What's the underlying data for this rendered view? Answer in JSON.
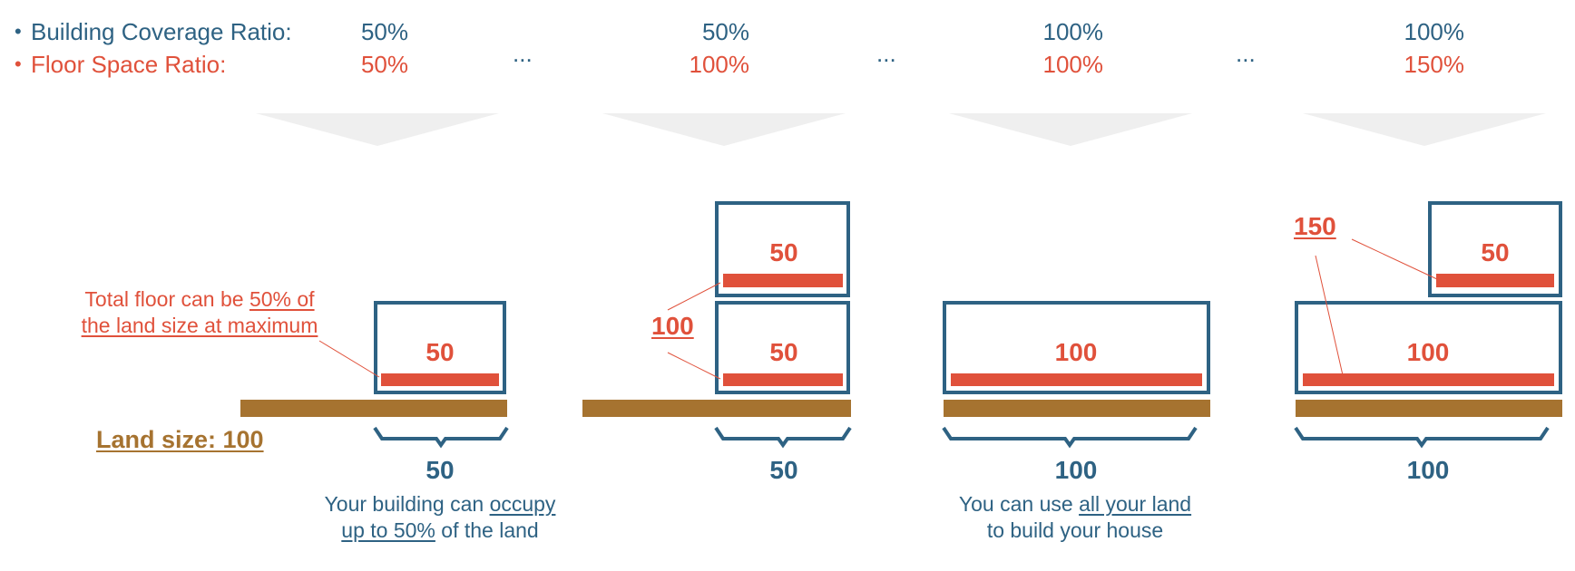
{
  "legend": {
    "bcr_label": "Building Coverage Ratio:",
    "fsr_label": "Floor Space Ratio:",
    "bullet": "•"
  },
  "scenarios": [
    {
      "bcr": "50%",
      "fsr": "50%",
      "floors": [
        "50"
      ],
      "width": "50"
    },
    {
      "bcr": "50%",
      "fsr": "100%",
      "floors": [
        "50",
        "50"
      ],
      "width": "50",
      "total": "100"
    },
    {
      "bcr": "100%",
      "fsr": "100%",
      "floors": [
        "100"
      ],
      "width": "100"
    },
    {
      "bcr": "100%",
      "fsr": "150%",
      "floors": [
        "100",
        "50"
      ],
      "width": "100",
      "total": "150"
    }
  ],
  "ellipsis": "...",
  "land_label": "Land size: 100",
  "notes": {
    "total_floor_line1_a": "Total floor can be ",
    "total_floor_line1_b": "50% of",
    "total_floor_line2": "the land size at maximum",
    "occupy_line1_a": "Your building can ",
    "occupy_line1_b": "occupy",
    "occupy_line2_a": "up to 50%",
    "occupy_line2_b": " of the land",
    "all_land_line1_a": "You can use ",
    "all_land_line1_b": "all your land",
    "all_land_line2": "to build your house"
  },
  "colors": {
    "blue": "#2e6283",
    "red": "#e0513b",
    "brown": "#a67330",
    "arrow_gray": "#efefef"
  }
}
